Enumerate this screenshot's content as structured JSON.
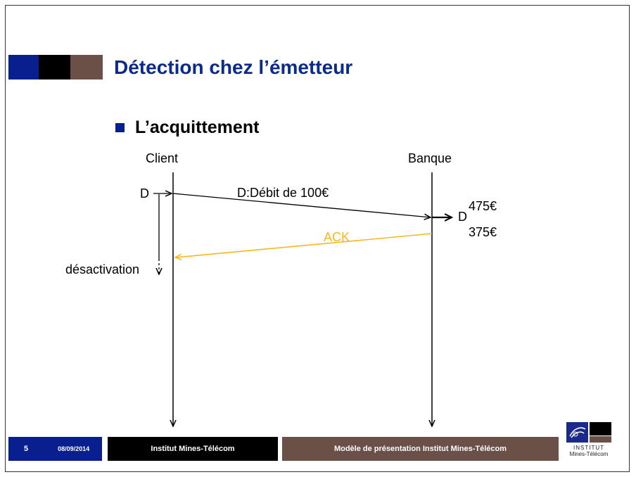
{
  "slide": {
    "title": "Détection chez l’émetteur",
    "bullet": "L’acquittement"
  },
  "diagram": {
    "client_label": "Client",
    "bank_label": "Banque",
    "send_label": "D",
    "message_label": "D:Débit de 100€",
    "receive_label": "D",
    "balance_before": "475€",
    "balance_after": "375€",
    "ack_label": "ACK",
    "deactivation_label": "désactivation"
  },
  "footer": {
    "page_number": "5",
    "date": "08/09/2014",
    "institution": "Institut Mines-Télécom",
    "template": "Modèle de présentation Institut Mines-Télécom"
  },
  "logo": {
    "line1": "INSTITUT",
    "line2": "Mines-Télécom"
  },
  "colors": {
    "navy": "#0a1f8f",
    "black": "#000000",
    "brown": "#6b5047",
    "title_blue": "#0a2a8c",
    "ack_orange": "#f5b820"
  }
}
